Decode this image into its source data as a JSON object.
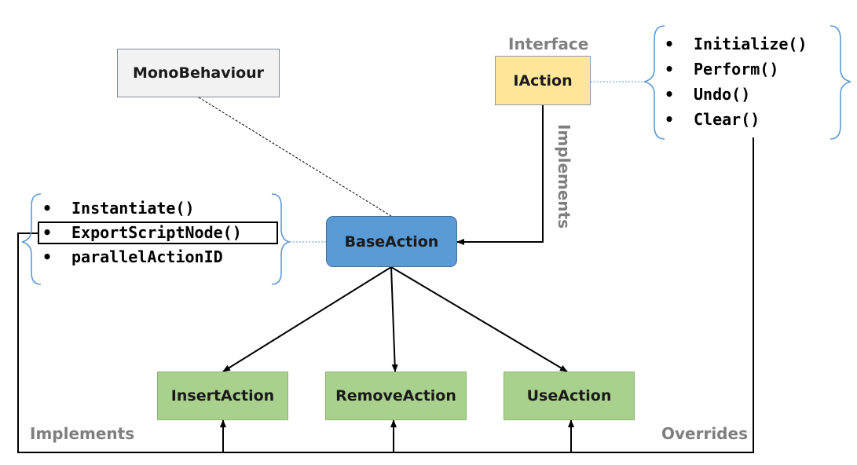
{
  "nodes": {
    "mono": "MonoBehaviour",
    "iaction": "IAction",
    "base": "BaseAction",
    "insert": "InsertAction",
    "remove": "RemoveAction",
    "use": "UseAction"
  },
  "labels": {
    "interface": "Interface",
    "implements_vertical": "Implements",
    "implements_bottom": "Implements",
    "overrides": "Overrides"
  },
  "interface_methods": [
    "Initialize()",
    "Perform()",
    "Undo()",
    "Clear()"
  ],
  "base_members": [
    "Instantiate()",
    "ExportScriptNode()",
    "parallelActionID"
  ],
  "bullet": "•",
  "colors": {
    "monobehaviour_fill": "#f2f2f2",
    "interface_fill": "#ffe699",
    "base_fill": "#5b9bd5",
    "subclass_fill": "#a9d18e",
    "label_gray": "#7f7f7f",
    "brace_blue": "#5b9bd5"
  }
}
